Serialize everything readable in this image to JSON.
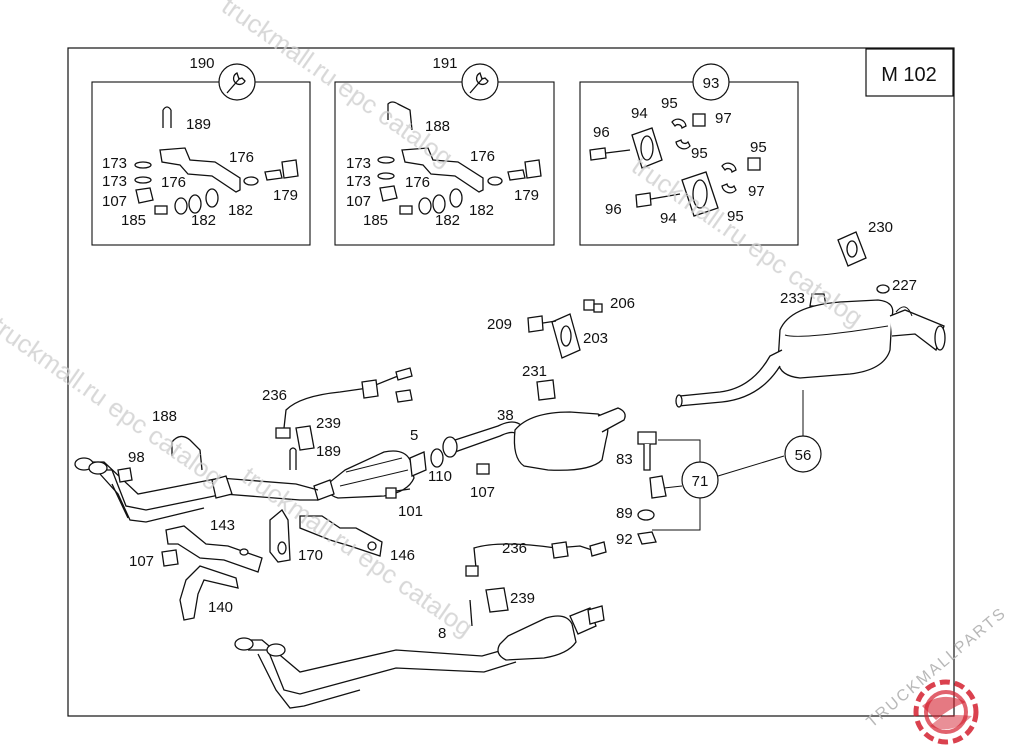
{
  "model_code": "M 102",
  "kits": [
    {
      "number": "190",
      "icon": "wrench-icon",
      "labels": [
        "189",
        "176",
        "173",
        "173",
        "176",
        "179",
        "107",
        "182",
        "185",
        "182"
      ]
    },
    {
      "number": "191",
      "icon": "wrench-icon",
      "labels": [
        "188",
        "176",
        "173",
        "173",
        "176",
        "179",
        "107",
        "182",
        "185",
        "182"
      ]
    },
    {
      "number": "93",
      "icon": "circle-callout",
      "labels": [
        "94",
        "95",
        "97",
        "96",
        "95",
        "95",
        "97",
        "96",
        "94",
        "95"
      ]
    }
  ],
  "callouts": [
    "71",
    "56"
  ],
  "part_labels": {
    "p230": "230",
    "p227": "227",
    "p233": "233",
    "p209": "209",
    "p206": "206",
    "p203": "203",
    "p231": "231",
    "p236a": "236",
    "p239a": "239",
    "p189": "189",
    "p188": "188",
    "p98": "98",
    "p5": "5",
    "p38": "38",
    "p110": "110",
    "p107a": "107",
    "p101": "101",
    "p83": "83",
    "p89": "89",
    "p92": "92",
    "p143": "143",
    "p107b": "107",
    "p170": "170",
    "p146": "146",
    "p140": "140",
    "p236b": "236",
    "p239b": "239",
    "p8": "8"
  },
  "watermarks": {
    "catalog_a": "truckmall.ru epc catalog",
    "catalog_b": "truckmall.ru epc catalog",
    "catalog_c": "truckmall.ru epc catalog",
    "catalog_d": "truckmall.ru epc catalog",
    "brand": "TRUCKMALLPARTS"
  },
  "colors": {
    "line": "#111111",
    "watermark": "#cfcfcf",
    "logo_red": "#d4202f"
  }
}
